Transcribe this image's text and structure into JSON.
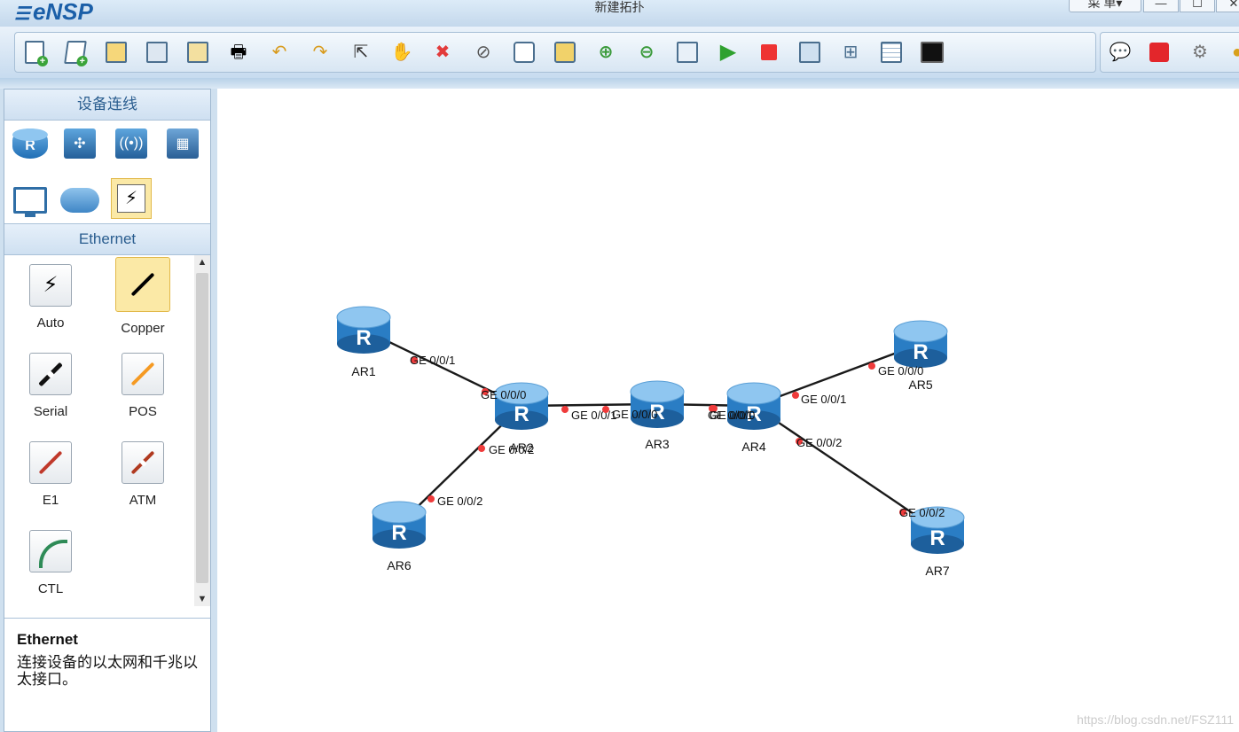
{
  "app": {
    "logo": "eNSP",
    "window_title": "新建拓扑",
    "menu_label": "菜 单▾"
  },
  "left_panel": {
    "device_header": "设备连线",
    "ethernet_header": "Ethernet",
    "devices": [
      {
        "name": "router-device-icon"
      },
      {
        "name": "switch-device-icon"
      },
      {
        "name": "wlan-device-icon"
      },
      {
        "name": "firewall-device-icon"
      },
      {
        "name": "pc-device-icon"
      },
      {
        "name": "cloud-device-icon"
      },
      {
        "name": "connection-device-icon"
      }
    ],
    "cables": [
      {
        "label": "Auto",
        "color": "#000000",
        "icon": "lightning"
      },
      {
        "label": "Copper",
        "color": "#000000",
        "icon": "line",
        "selected": true
      },
      {
        "label": "Serial",
        "color": "#111111",
        "icon": "serial-line"
      },
      {
        "label": "POS",
        "color": "#f59a23",
        "icon": "line"
      },
      {
        "label": "E1",
        "color": "#c0392b",
        "icon": "line"
      },
      {
        "label": "ATM",
        "color": "#b03a20",
        "icon": "atm-line"
      },
      {
        "label": "CTL",
        "color": "#2e8b57",
        "icon": "curve"
      }
    ],
    "description": {
      "title": "Ethernet",
      "text": "连接设备的以太网和千兆以太接口。"
    }
  },
  "topology": {
    "nodes": [
      {
        "id": "AR1",
        "label": "AR1"
      },
      {
        "id": "AR2",
        "label": "AR2"
      },
      {
        "id": "AR3",
        "label": "AR3"
      },
      {
        "id": "AR4",
        "label": "AR4"
      },
      {
        "id": "AR5",
        "label": "AR5"
      },
      {
        "id": "AR6",
        "label": "AR6"
      },
      {
        "id": "AR7",
        "label": "AR7"
      }
    ],
    "links": [
      {
        "from": "AR1",
        "to": "AR2",
        "from_port": "GE 0/0/1",
        "to_port": "GE 0/0/0"
      },
      {
        "from": "AR2",
        "to": "AR3",
        "from_port": "GE 0/0/1",
        "to_port": "GE 0/0/0"
      },
      {
        "from": "AR3",
        "to": "AR4",
        "from_port": "GE 0/0/1",
        "to_port": "GE 0/0/0"
      },
      {
        "from": "AR4",
        "to": "AR5",
        "from_port": "GE 0/0/1",
        "to_port": "GE 0/0/0"
      },
      {
        "from": "AR2",
        "to": "AR6",
        "from_port": "GE 0/0/2",
        "to_port": "GE 0/0/2"
      },
      {
        "from": "AR4",
        "to": "AR7",
        "from_port": "GE 0/0/2",
        "to_port": "GE 0/0/2"
      }
    ]
  },
  "watermark": "https://blog.csdn.net/FSZ111",
  "colors": {
    "link": "#1a1a1a",
    "port_dot": "#ef3b3b",
    "router_top": "#8fc6f0",
    "router_body": "#2a7dc4"
  }
}
